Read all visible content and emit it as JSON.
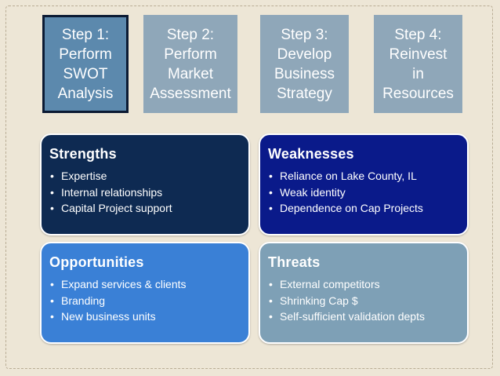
{
  "steps": [
    {
      "label": "Step 1:\nPerform\nSWOT\nAnalysis",
      "color": "#5c89ad",
      "active": true
    },
    {
      "label": "Step 2:\nPerform\nMarket\nAssessment",
      "color": "#8fa7b9",
      "active": false
    },
    {
      "label": "Step 3:\nDevelop\nBusiness\nStrategy",
      "color": "#8fa7b9",
      "active": false
    },
    {
      "label": "Step 4:\nReinvest\nin\nResources",
      "color": "#8fa7b9",
      "active": false
    }
  ],
  "swot": {
    "strengths": {
      "title": "Strengths",
      "color": "#0e2a52",
      "items": [
        "Expertise",
        "Internal relationships",
        "Capital Project support"
      ]
    },
    "weaknesses": {
      "title": "Weaknesses",
      "color": "#0a1a8a",
      "items": [
        "Reliance on Lake County, IL",
        "Weak identity",
        "Dependence on Cap Projects"
      ]
    },
    "opportunities": {
      "title": "Opportunities",
      "color": "#3a80d6",
      "items": [
        "Expand services & clients",
        "Branding",
        "New business units"
      ]
    },
    "threats": {
      "title": "Threats",
      "color": "#7ea0b6",
      "items": [
        "External competitors",
        "Shrinking Cap $",
        "Self-sufficient validation depts"
      ]
    }
  }
}
